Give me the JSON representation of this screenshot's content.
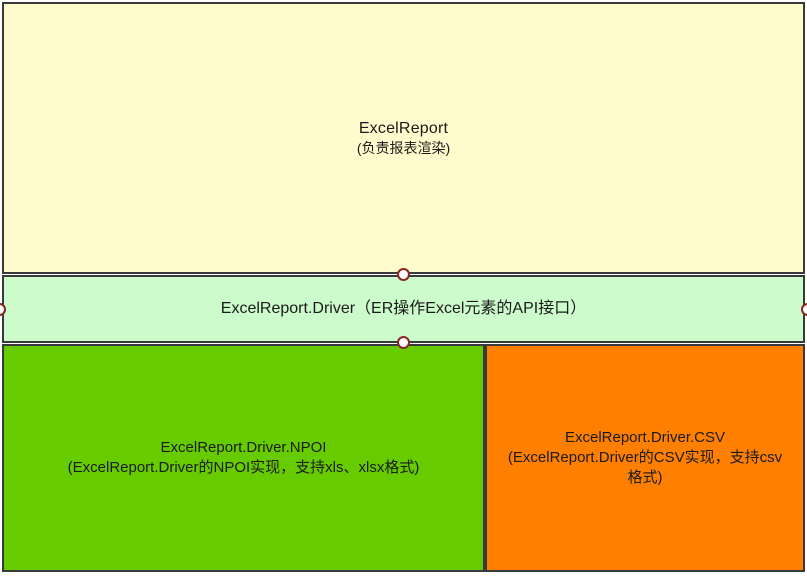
{
  "diagram": {
    "type": "layered-architecture",
    "title": "ExcelReport architecture layers",
    "colors": {
      "application_layer": "#fffbcc",
      "interface_layer": "#ccfbcc",
      "npoi_layer": "#66cc00",
      "csv_layer": "#ff8000",
      "border": "#3a3a3a",
      "connector_border": "#8b2525",
      "connector_fill": "#ffffff",
      "text": "#1a1a1a"
    },
    "layers": [
      {
        "id": "application",
        "name": "ExcelReport",
        "title": "ExcelReport",
        "subtitle": "(负责报表渲染)"
      },
      {
        "id": "driver",
        "name": "ExcelReport.Driver",
        "title": "ExcelReport.Driver（ER操作Excel元素的API接口）"
      },
      {
        "id": "npoi",
        "name": "ExcelReport.Driver.NPOI",
        "title": "ExcelReport.Driver.NPOI",
        "subtitle": "(ExcelReport.Driver的NPOI实现，支持xls、xlsx格式)"
      },
      {
        "id": "csv",
        "name": "ExcelReport.Driver.CSV",
        "title": "ExcelReport.Driver.CSV",
        "subtitle": "(ExcelReport.Driver的CSV实现，支持csv格式)"
      }
    ],
    "connectors": [
      {
        "id": "app-driver",
        "icon": "interface-lollipop-icon"
      },
      {
        "id": "driver-impl",
        "icon": "interface-lollipop-icon"
      },
      {
        "id": "left-edge",
        "icon": "interface-lollipop-icon"
      },
      {
        "id": "right-edge",
        "icon": "interface-lollipop-icon"
      }
    ]
  }
}
